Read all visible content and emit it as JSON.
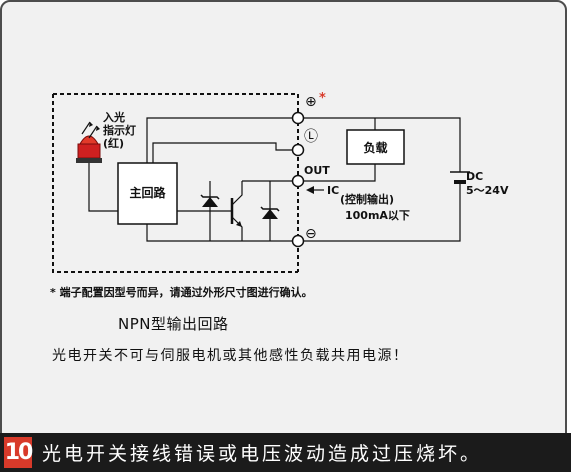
{
  "diagram": {
    "light_input_label": [
      "入光",
      "指示灯",
      "(红)"
    ],
    "main_circuit_label": "主回路",
    "terminal_plus_symbol": "⊕",
    "terminal_plus_mark": "*",
    "terminal_l_symbol": "Ⓛ",
    "terminal_out_label": "OUT",
    "terminal_minus_symbol": "⊖",
    "ic_label": "IC",
    "control_output_label": "(控制输出)",
    "current_limit_label": "100mA以下",
    "load_label": "负载",
    "dc_label": "DC",
    "voltage_label": "5～24V"
  },
  "footnote": "* 端子配置因型号而异，请通过外形尺寸图进行确认。",
  "circuit_title": "NPN型输出回路",
  "warning_note": "光电开关不可与伺服电机或其他感性负载共用电源！",
  "bottom_bar": {
    "number": "10",
    "title": "光电开关接线错误或电压波动造成过压烧坏。"
  },
  "colors": {
    "accent_red": "#d83a2a",
    "indicator_red": "#cf2020",
    "bar_background": "#1b1b1b",
    "panel_background": "#f1f1f1"
  }
}
